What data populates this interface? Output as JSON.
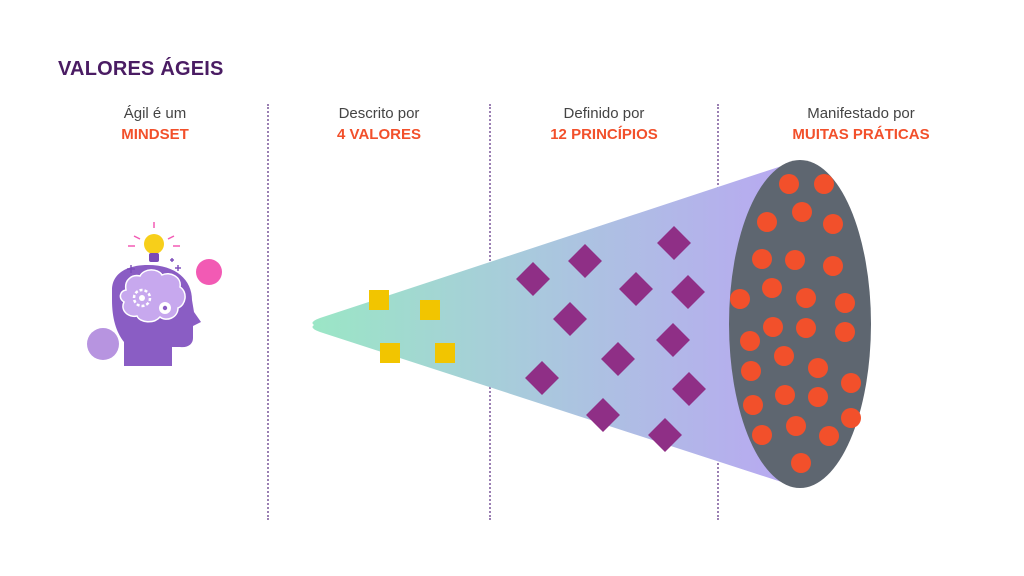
{
  "title": "VALORES ÁGEIS",
  "columns": [
    {
      "top": "Ágil é um",
      "emphasis": "MINDSET"
    },
    {
      "top": "Descrito por",
      "emphasis": "4 VALORES"
    },
    {
      "top": "Definido por",
      "emphasis": "12 PRINCÍPIOS"
    },
    {
      "top": "Manifestado por",
      "emphasis": "MUITAS PRÁTICAS"
    }
  ],
  "icons": {
    "mindset": "head-with-gears-and-lightbulb-icon"
  },
  "colors": {
    "title": "#4a1c63",
    "accent": "#f2502b",
    "value_square": "#f2c500",
    "principle_diamond": "#8f2f86",
    "practice_dot": "#f2502b",
    "cone_start": "#9be6c6",
    "cone_end": "#b9a7f2",
    "ellipse": "#5e6670"
  }
}
